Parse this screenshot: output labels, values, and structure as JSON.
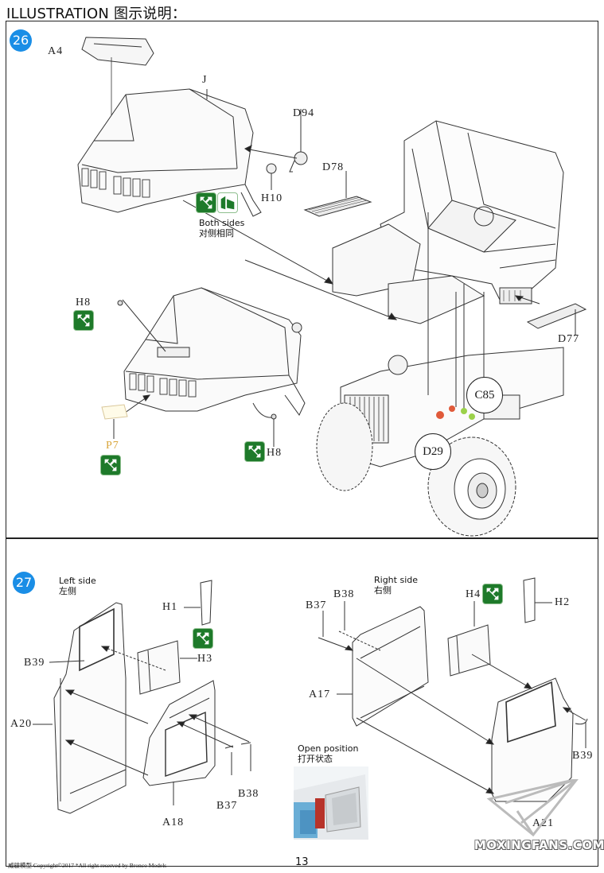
{
  "header": {
    "title": "ILLUSTRATION 图示说明："
  },
  "step26": {
    "number": "26",
    "labels": {
      "A4": "A4",
      "J": "J",
      "D94": "D94",
      "H10": "H10",
      "D78": "D78",
      "H8_top": "H8",
      "H8_bottom": "H8",
      "P7": "P7",
      "D77": "D77",
      "C85": "C85",
      "D29": "D29"
    },
    "both_sides_note": {
      "en": "Both sides",
      "zh": "对侧相同"
    },
    "icons": [
      "glue-icon",
      "glue-icon",
      "glue-icon",
      "glue-icon",
      "mirror-both-sides-icon"
    ],
    "colors": {
      "step_badge": "#1a8ee6",
      "glue_icon": "#1e7a2a",
      "decal_label": "#d9a53a",
      "highlight_red": "#e05a3a",
      "highlight_green": "#9bd14a"
    }
  },
  "step27": {
    "number": "27",
    "left_side": {
      "en": "Left side",
      "zh": "左侧"
    },
    "right_side": {
      "en": "Right  side",
      "zh": "右侧"
    },
    "open_position": {
      "en": "Open position",
      "zh": "打开状态"
    },
    "left_labels": {
      "H1": "H1",
      "H3": "H3",
      "B39": "B39",
      "A20": "A20",
      "A18": "A18",
      "B37": "B37",
      "B38": "B38"
    },
    "right_labels": {
      "B37": "B37",
      "B38": "B38",
      "H4": "H4",
      "H2": "H2",
      "A17": "A17",
      "B39": "B39",
      "A21": "A21"
    }
  },
  "footer": {
    "left": "威骏模型  Copyright©2017  *All right reserved by Bronco Models",
    "page_number": "13",
    "watermark": "MOXINGFANS.COM"
  }
}
